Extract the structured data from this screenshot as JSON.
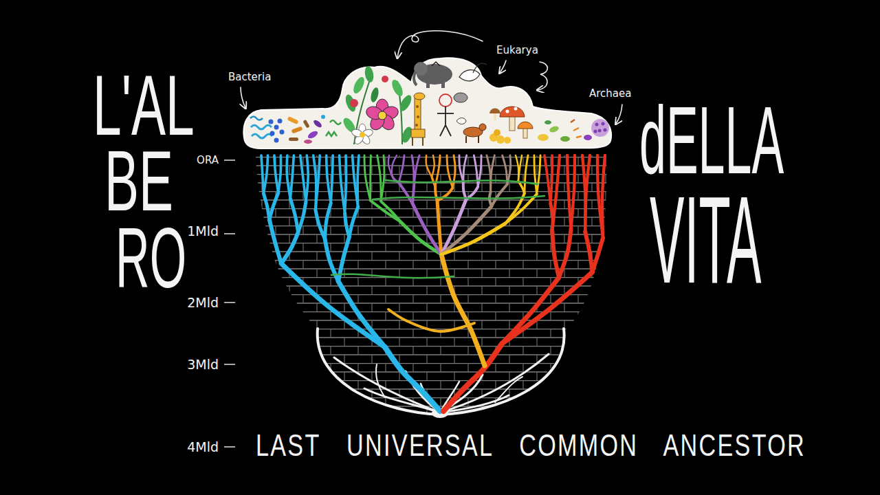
{
  "diagram": {
    "labels": [
      "L'AL",
      "BE",
      "RO",
      "dELLA",
      "VITA",
      "Bacteria",
      "Eukarya",
      "Archaea",
      "ORA",
      "1Mld",
      "2Mld",
      "3Mld",
      "4Mld",
      "LAST UNIVERSAL COMMON ANCESTOR"
    ]
  }
}
